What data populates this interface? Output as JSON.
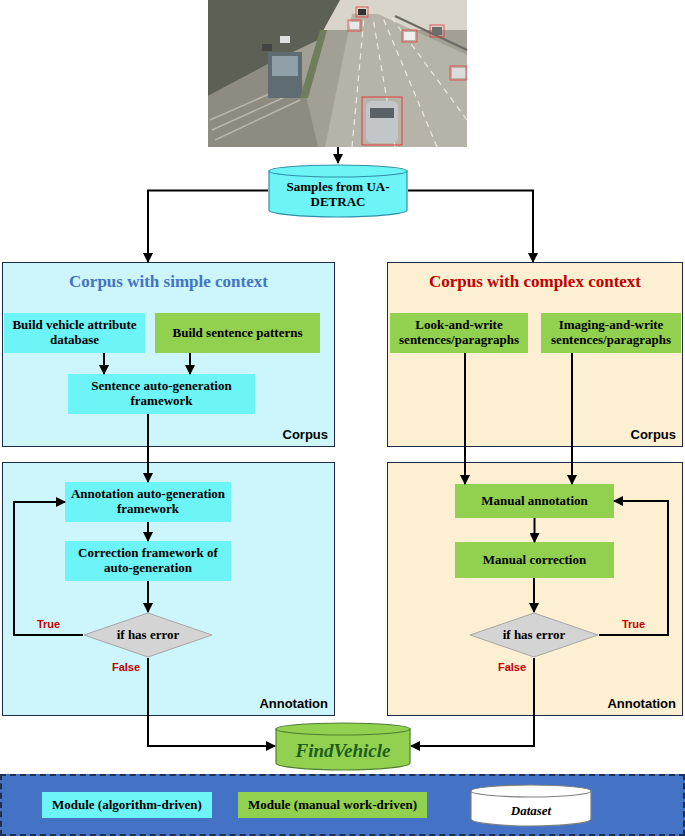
{
  "diagram": {
    "nodes": [
      {
        "text": [
          "Samples from UA-DETRAC"
        ]
      },
      {
        "text": [
          "Corpus with simple context",
          "Corpus"
        ]
      },
      {
        "text": [
          "Build vehicle attribute database"
        ],
        "in": 1
      },
      {
        "text": [
          "Build sentence patterns"
        ],
        "in": 1
      },
      {
        "text": [
          "Sentence auto-generation framework"
        ],
        "in": 1
      },
      {
        "text": [
          "Corpus with complex context",
          "Corpus"
        ]
      },
      {
        "text": [
          "Look-and-write sentences/paragraphs"
        ],
        "in": 5
      },
      {
        "text": [
          "Imaging-and-write sentences/paragraphs"
        ],
        "in": 5
      },
      {
        "text": [
          "Annotation"
        ]
      },
      {
        "text": [
          "Annotation auto-generation framework"
        ],
        "in": 8
      },
      {
        "text": [
          "Correction framework of auto-generation"
        ],
        "in": 8
      },
      {
        "text": [
          "if has error"
        ],
        "in": 8
      },
      {
        "text": [
          "Annotation"
        ]
      },
      {
        "text": [
          "Manual annotation"
        ],
        "in": 12
      },
      {
        "text": [
          "Manual correction"
        ],
        "in": 12
      },
      {
        "text": [
          "if has error"
        ],
        "in": 12
      },
      {
        "text": [
          "FindVehicle"
        ]
      }
    ],
    "edges": [
      {
        "from": 0,
        "to": 1,
        "arrow": "to"
      },
      {
        "from": 0,
        "to": 5,
        "arrow": "to"
      },
      {
        "from": 2,
        "to": 4,
        "arrow": "to"
      },
      {
        "from": 3,
        "to": 4,
        "arrow": "to"
      },
      {
        "from": 6,
        "to": 13,
        "arrow": "to"
      },
      {
        "from": 7,
        "to": 13,
        "arrow": "to"
      },
      {
        "from": 4,
        "to": 9,
        "arrow": "to"
      },
      {
        "from": 9,
        "to": 10,
        "arrow": "to"
      },
      {
        "from": 10,
        "to": 11,
        "arrow": "to"
      },
      {
        "from": 11,
        "to": 9,
        "label": "True",
        "arrow": "to"
      },
      {
        "from": 11,
        "to": 16,
        "label": "False",
        "arrow": "to"
      },
      {
        "from": 13,
        "to": 14,
        "arrow": "to"
      },
      {
        "from": 14,
        "to": 15,
        "arrow": "to"
      },
      {
        "from": 15,
        "to": 13,
        "label": "True",
        "arrow": "to"
      },
      {
        "from": 15,
        "to": 16,
        "label": "False",
        "arrow": "to"
      }
    ],
    "legend": [
      {
        "text": "Module (algorithm-driven)",
        "color": "#6cf4f7"
      },
      {
        "text": "Module (manual work-driven)",
        "color": "#92d050"
      },
      {
        "text": "Dataset"
      }
    ]
  }
}
